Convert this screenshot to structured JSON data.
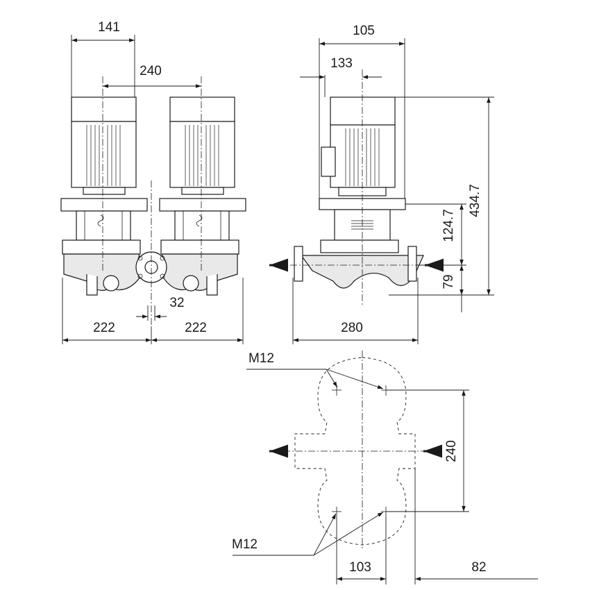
{
  "dimensions": {
    "front_top_width": "141",
    "front_center_distance": "240",
    "front_flange_offset": "32",
    "front_left_half": "222",
    "front_right_half": "222",
    "side_top_width": "105",
    "side_offset": "133",
    "side_total_height": "434.7",
    "side_mid_height": "124.7",
    "side_base_height": "79",
    "side_base_width": "280",
    "plan_thread_top": "M12",
    "plan_thread_bottom": "M12",
    "plan_hole_spacing": "240",
    "plan_width": "103",
    "plan_offset": "82"
  }
}
